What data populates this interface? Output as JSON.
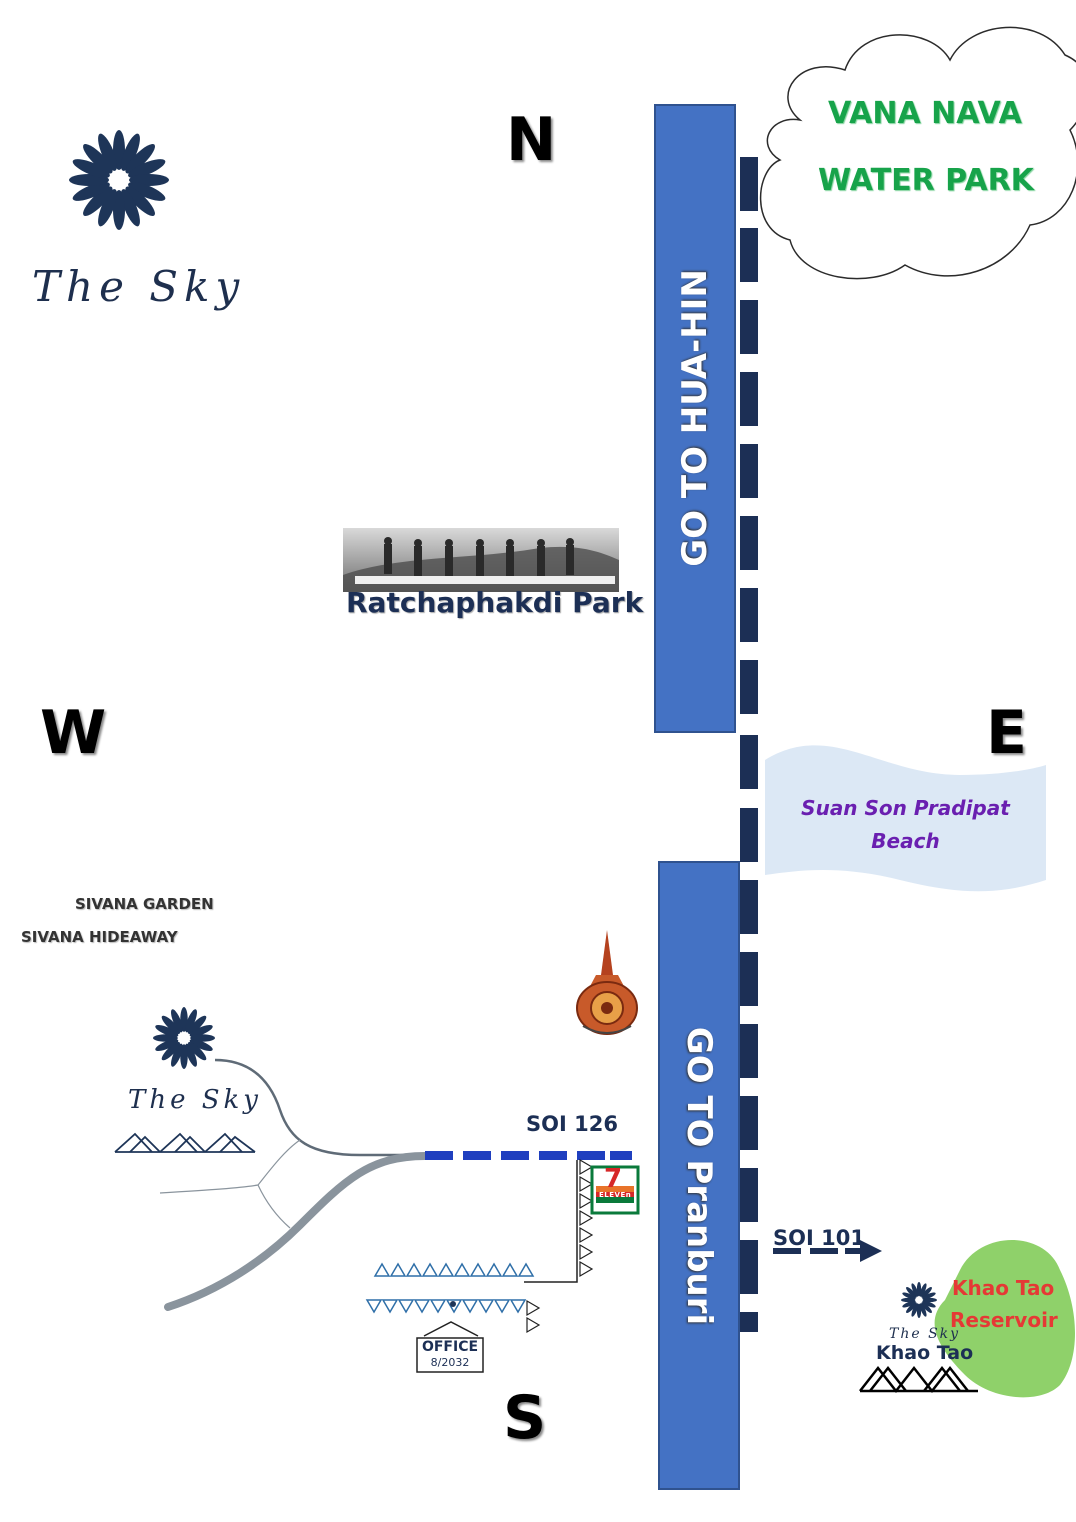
{
  "compass": {
    "north": "N",
    "south": "S",
    "east": "E",
    "west": "W"
  },
  "brand": {
    "name": "The Sky"
  },
  "roads": {
    "north_label": "GO TO HUA-HIN",
    "south_label": "GO TO Pranburi",
    "soi_west": "SOI 126",
    "soi_east": "SOI 101"
  },
  "landmarks": {
    "water_park_line1": "VANA NAVA",
    "water_park_line2": "WATER PARK",
    "park": "Ratchaphakdi Park",
    "beach_line1": "Suan Son Pradipat",
    "beach_line2": "Beach",
    "sivana_garden": "SIVANA GARDEN",
    "sivana_hideaway": "SIVANA HIDEAWAY",
    "seven_eleven": "7",
    "seven_eleven_text": "ELEVEn",
    "office": "OFFICE",
    "office_number": "8/2032",
    "reservoir_line1": "Khao Tao",
    "reservoir_line2": "Reservoir",
    "khao_tao_project": "Khao Tao"
  },
  "colors": {
    "road_blue": "#4472c4",
    "dash_navy": "#1c2f55",
    "soi_blue": "#1f3fbf",
    "green_text": "#17a34a",
    "reservoir": "#8fd16a",
    "beach": "#dce8f5",
    "red_text": "#e53935",
    "beach_text": "#6a1fb0"
  },
  "icons": [
    "sun-flower-logo-icon",
    "mountain-icon",
    "temple-emblem-icon",
    "seven-eleven-logo-icon",
    "arrow-right-icon",
    "triangle-marker-icon"
  ]
}
